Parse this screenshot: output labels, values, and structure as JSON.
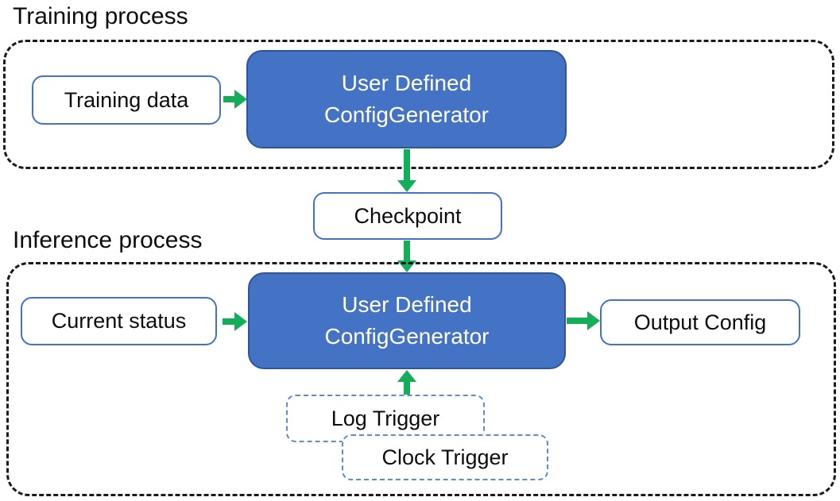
{
  "colors": {
    "accent_blue": "#4472C4",
    "accent_blue_dark": "#2F5597",
    "white_box_border": "#4472C4",
    "trigger_border": "#5B8BD0",
    "arrow_green": "#14AE5B",
    "container_border": "#1a1a1a",
    "text_black": "#0d0d0d",
    "box_text_white": "#ffffff",
    "canvas_bg": "#ffffff"
  },
  "training": {
    "label": "Training process",
    "training_data_label": "Training data",
    "generator_label": "User Defined\nConfigGenerator"
  },
  "checkpoint": {
    "label": "Checkpoint"
  },
  "inference": {
    "label": "Inference process",
    "current_status_label": "Current status",
    "generator_label": "User Defined\nConfigGenerator",
    "output_config_label": "Output Config",
    "log_trigger_label": "Log Trigger",
    "clock_trigger_label": "Clock Trigger"
  }
}
